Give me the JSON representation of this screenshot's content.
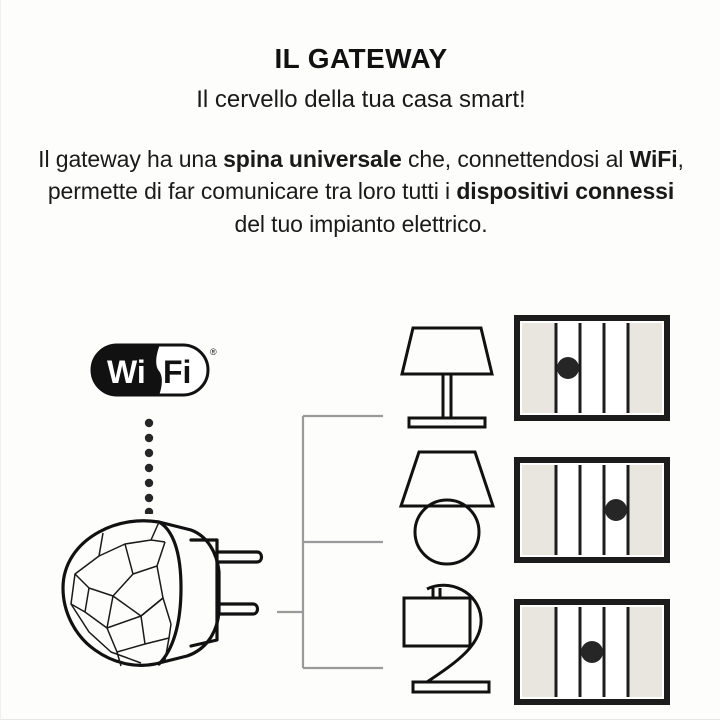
{
  "header": {
    "title": "IL GATEWAY",
    "subtitle": "Il cervello della tua casa smart!"
  },
  "body": {
    "segments": [
      {
        "text": "Il gateway ha una ",
        "bold": false
      },
      {
        "text": "spina universale",
        "bold": true
      },
      {
        "text": " che, connettendosi al ",
        "bold": false
      },
      {
        "text": "WiFi",
        "bold": true
      },
      {
        "text": ", permette di far comunicare tra loro tutti i ",
        "bold": false
      },
      {
        "text": "dispositivi connessi",
        "bold": true
      },
      {
        "text": " del tuo impianto elettrico.",
        "bold": false
      }
    ],
    "full_text": "Il gateway ha una spina universale che, connettendosi al WiFi, permette di far comunicare tra loro tutti i dispositivi connessi del tuo impianto elettrico."
  },
  "diagram": {
    "wifi_badge": {
      "label_left": "Wi",
      "label_right": "Fi",
      "trademark": "®",
      "icon": "wifi-logo"
    },
    "signal_dots": {
      "count": 7,
      "icon": "signal-dots"
    },
    "gateway_plug": {
      "icon": "faceted-smart-plug",
      "prongs": 2
    },
    "connector": {
      "icon": "bracket-connector",
      "branches": 3
    },
    "devices": [
      {
        "name": "Lampada da tavolo",
        "icon": "table-lamp-trapezoid-shade"
      },
      {
        "name": "Lampada classica",
        "icon": "lamp-round-base"
      },
      {
        "name": "Lampada ad arco",
        "icon": "lamp-curved-arm"
      }
    ],
    "switch_panels": [
      {
        "name": "Interruttore 1",
        "rockers": 3,
        "active_index": 1,
        "icon": "wall-switch-panel"
      },
      {
        "name": "Interruttore 2",
        "rockers": 3,
        "active_index": 3,
        "icon": "wall-switch-panel"
      },
      {
        "name": "Interruttore 3",
        "rockers": 3,
        "active_index": 2,
        "icon": "wall-switch-panel"
      }
    ]
  },
  "colors": {
    "background": "#fdfdfc",
    "ink": "#1a1a1a",
    "frame": "#1c1c1c",
    "panel_beige": "#e8e6df",
    "panel_white": "#ffffff",
    "connector_gray": "#9a9a9a",
    "dot": "#262626"
  }
}
